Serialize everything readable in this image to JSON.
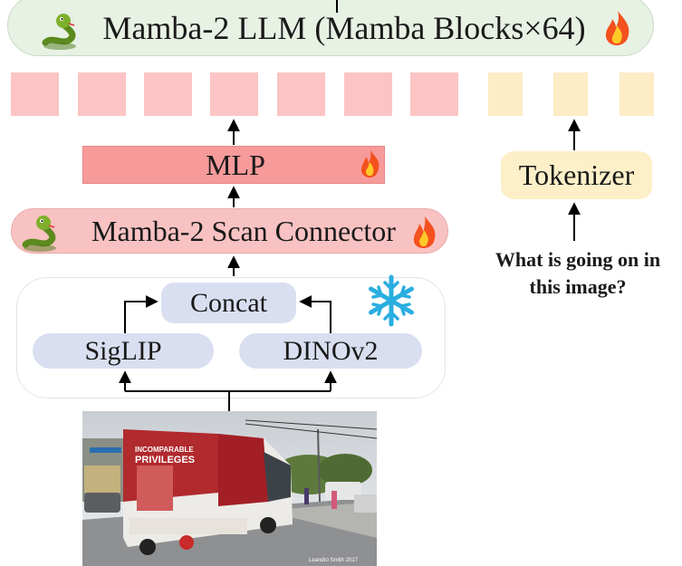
{
  "llm": {
    "title": "Mamba-2 LLM  (Mamba Blocks×64)"
  },
  "mlp": {
    "label": "MLP"
  },
  "connector": {
    "label": "Mamba-2 Scan Connector"
  },
  "encoders": {
    "concat_label": "Concat",
    "siglip_label": "SigLIP",
    "dino_label": "DINOv2"
  },
  "tokenizer": {
    "label": "Tokenizer"
  },
  "question": {
    "line1": "What is going on in",
    "line2": "this image?"
  },
  "image": {
    "ad_line1": "INCOMPARABLE",
    "ad_line2": "PRIVILEGES",
    "watermark": "Leandro Smith 2017"
  },
  "icons": {
    "trainable": "fire-icon",
    "frozen": "snowflake-icon",
    "model_mascot": "snake-icon"
  },
  "colors": {
    "llm_fill": "#e7f1e4",
    "image_token": "#fcc4c4",
    "text_token": "#fdecc6",
    "mlp_fill": "#f79a9a",
    "connector_fill": "#f9c2c2",
    "encoder_fill": "#d9dff0",
    "tokenizer_fill": "#fdf0c8"
  }
}
